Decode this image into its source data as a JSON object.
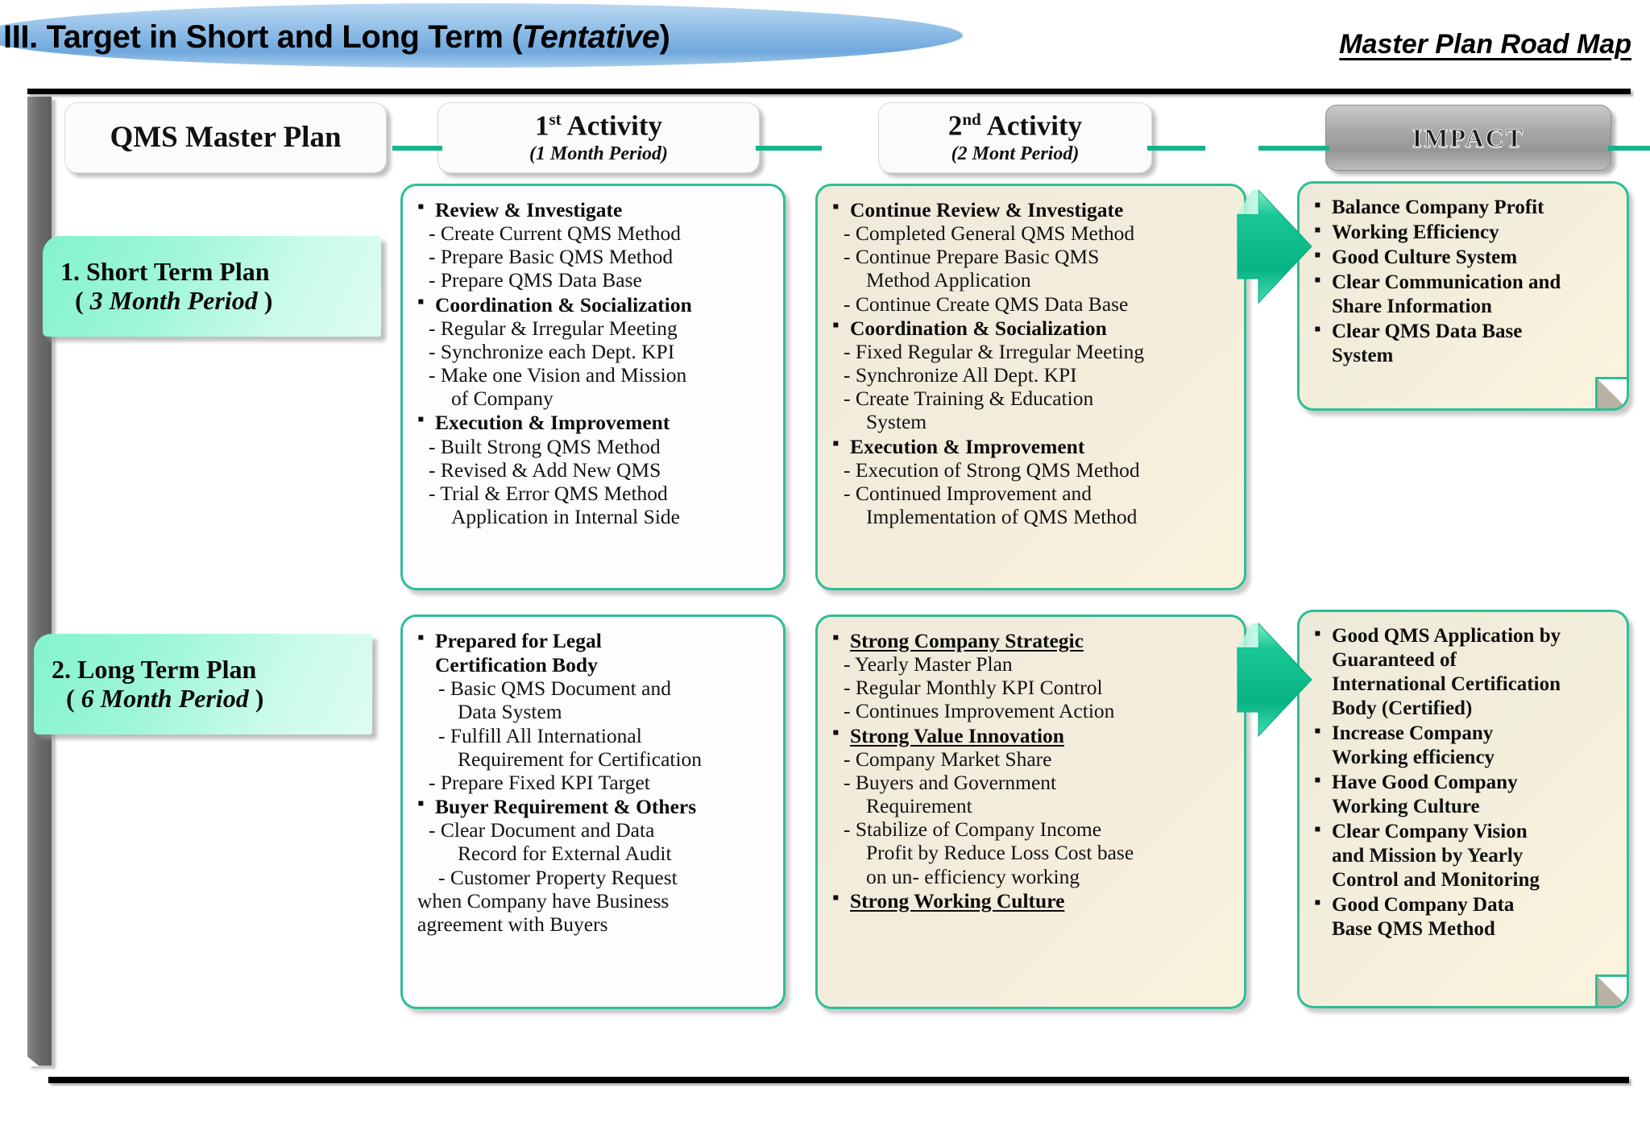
{
  "header": {
    "title_main": "III. Target in Short and Long Term  (",
    "title_italic": "Tentative",
    "title_close": ")",
    "subtitle": "Master Plan Road Map",
    "accent_green": "#2fbe95",
    "accent_blue": "#8dbce6",
    "accent_mint": "#9df6d8",
    "accent_cream": "#f1ecda"
  },
  "columns": [
    {
      "label": "QMS Master Plan",
      "sublabel": ""
    },
    {
      "label": "1st Activity",
      "label_num": "1",
      "label_sup": "st",
      "label_rest": "Activity",
      "sublabel": "(1 Month Period)"
    },
    {
      "label": "2nd Activity",
      "label_num": "2",
      "label_sup": "nd",
      "label_rest": "Activity",
      "sublabel": "(2 Mont Period)"
    },
    {
      "label": "IMPACT",
      "sublabel": ""
    }
  ],
  "rows": [
    {
      "phase_line1": "1. Short Term Plan",
      "phase_line2_open": "( ",
      "phase_line2_italic": "3 Month Period",
      "phase_line2_close": " )",
      "activity1": [
        {
          "type": "head",
          "text": "Review & Investigate"
        },
        {
          "type": "sub",
          "text": "- Create Current QMS Method"
        },
        {
          "type": "sub",
          "text": "- Prepare Basic QMS Method"
        },
        {
          "type": "sub",
          "text": "- Prepare QMS Data Base"
        },
        {
          "type": "head",
          "text": "Coordination & Socialization"
        },
        {
          "type": "sub",
          "text": "- Regular & Irregular Meeting"
        },
        {
          "type": "sub",
          "text": "- Synchronize each Dept. KPI"
        },
        {
          "type": "sub",
          "text": "- Make one Vision and Mission"
        },
        {
          "type": "cont",
          "text": "of Company"
        },
        {
          "type": "head",
          "text": "Execution & Improvement"
        },
        {
          "type": "sub",
          "text": "- Built Strong QMS Method"
        },
        {
          "type": "sub",
          "text": "- Revised & Add New QMS"
        },
        {
          "type": "sub",
          "text": "- Trial & Error QMS Method"
        },
        {
          "type": "cont",
          "text": "Application in Internal Side"
        }
      ],
      "activity2": [
        {
          "type": "head",
          "text": "Continue Review & Investigate"
        },
        {
          "type": "sub",
          "text": "- Completed General QMS Method"
        },
        {
          "type": "sub",
          "text": "- Continue Prepare Basic QMS"
        },
        {
          "type": "cont",
          "text": "Method Application"
        },
        {
          "type": "sub",
          "text": "- Continue Create QMS Data Base"
        },
        {
          "type": "head",
          "text": "Coordination & Socialization"
        },
        {
          "type": "sub",
          "text": "- Fixed Regular & Irregular Meeting"
        },
        {
          "type": "sub",
          "text": "- Synchronize All Dept. KPI"
        },
        {
          "type": "sub",
          "text": "- Create Training & Education"
        },
        {
          "type": "cont",
          "text": "System"
        },
        {
          "type": "head",
          "text": "Execution & Improvement"
        },
        {
          "type": "sub",
          "text": "- Execution of Strong QMS Method"
        },
        {
          "type": "sub",
          "text": "- Continued Improvement and"
        },
        {
          "type": "cont",
          "text": "Implementation of QMS Method"
        }
      ],
      "impact": [
        {
          "type": "head",
          "text": "Balance Company Profit"
        },
        {
          "type": "head",
          "text": "Working Efficiency"
        },
        {
          "type": "head",
          "text": "Good Culture System"
        },
        {
          "type": "head",
          "text": "Clear Communication and"
        },
        {
          "type": "cont",
          "text": "Share Information"
        },
        {
          "type": "head",
          "text": "Clear QMS Data Base"
        },
        {
          "type": "cont",
          "text": "System"
        }
      ]
    },
    {
      "phase_line1": "2. Long Term Plan",
      "phase_line2_open": "( ",
      "phase_line2_italic": "6 Month Period",
      "phase_line2_close": " )",
      "activity1": [
        {
          "type": "head",
          "text": "Prepared for  Legal"
        },
        {
          "type": "headcont",
          "text": "Certification Body"
        },
        {
          "type": "hang2",
          "text": "-  Basic QMS Document and"
        },
        {
          "type": "contdeep",
          "text": "Data System"
        },
        {
          "type": "hang2",
          "text": "-  Fulfill All International"
        },
        {
          "type": "contdeep",
          "text": "Requirement for Certification"
        },
        {
          "type": "sub",
          "text": "- Prepare Fixed KPI Target"
        },
        {
          "type": "head",
          "text": "Buyer Requirement & Others"
        },
        {
          "type": "sub",
          "text": "- Clear Document and Data"
        },
        {
          "type": "contdeep",
          "text": "Record for External Audit"
        },
        {
          "type": "hang2",
          "text": "- Customer Property Request"
        },
        {
          "type": "contflat",
          "text": "when Company have Business"
        },
        {
          "type": "contflat",
          "text": "agreement with Buyers"
        }
      ],
      "activity2": [
        {
          "type": "head-u",
          "text": "Strong Company Strategic"
        },
        {
          "type": "sub",
          "text": "-  Yearly Master Plan"
        },
        {
          "type": "sub",
          "text": "- Regular Monthly KPI Control"
        },
        {
          "type": "sub",
          "text": "- Continues Improvement Action"
        },
        {
          "type": "head-u",
          "text": "Strong Value Innovation"
        },
        {
          "type": "sub",
          "text": "- Company Market Share"
        },
        {
          "type": "sub",
          "text": "- Buyers and Government"
        },
        {
          "type": "cont",
          "text": "Requirement"
        },
        {
          "type": "sub",
          "text": "- Stabilize of Company Income"
        },
        {
          "type": "cont",
          "text": "Profit by Reduce Loss Cost base"
        },
        {
          "type": "cont",
          "text": "on un- efficiency working"
        },
        {
          "type": "head-u",
          "text": "Strong Working Culture"
        }
      ],
      "impact": [
        {
          "type": "head",
          "text": "Good QMS Application by"
        },
        {
          "type": "cont",
          "text": "Guaranteed of"
        },
        {
          "type": "cont",
          "text": "International Certification"
        },
        {
          "type": "cont",
          "text": "Body (Certified)"
        },
        {
          "type": "head",
          "text": "Increase Company"
        },
        {
          "type": "cont",
          "text": "Working efficiency"
        },
        {
          "type": "head",
          "text": "Have Good Company"
        },
        {
          "type": "cont",
          "text": "Working Culture"
        },
        {
          "type": "head",
          "text": "Clear Company Vision"
        },
        {
          "type": "cont",
          "text": "and Mission by Yearly"
        },
        {
          "type": "cont",
          "text": "Control and Monitoring"
        },
        {
          "type": "head",
          "text": "Good Company Data"
        },
        {
          "type": "cont",
          "text": "Base QMS Method"
        }
      ]
    }
  ]
}
